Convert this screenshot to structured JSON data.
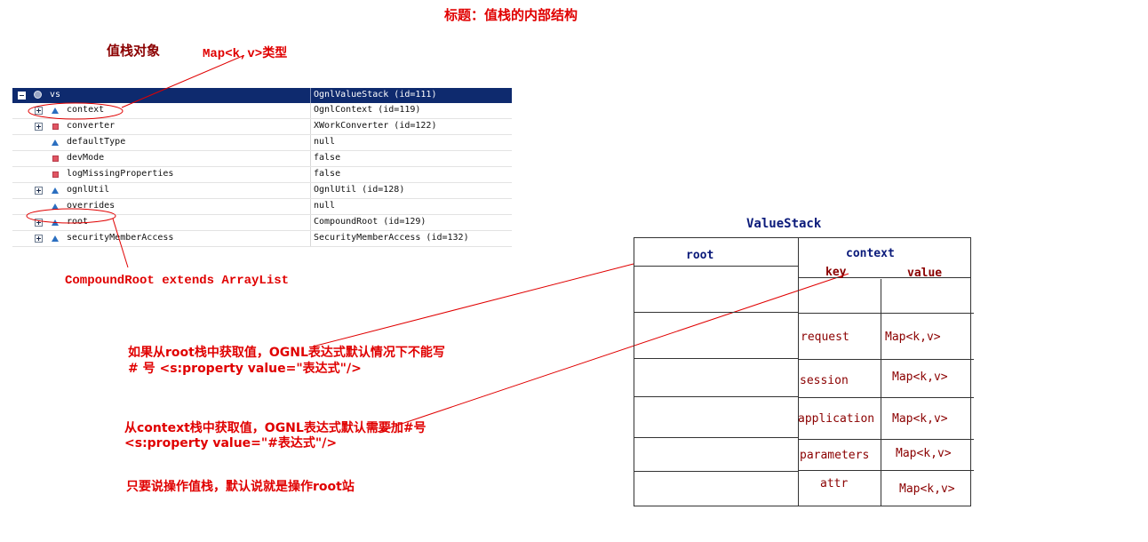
{
  "title": "标题：值栈的内部结构",
  "labels": {
    "value_stack_object": "值栈对象",
    "map_type": "Map<k,v>类型",
    "compound_root": "CompoundRoot extends ArrayList",
    "note_root_1": "如果从root栈中获取值，OGNL表达式默认情况下不能写",
    "note_root_2": "# 号 <s:property value=\"表达式\"/>",
    "note_context_1": "从context栈中获取值，OGNL表达式默认需要加#号",
    "note_context_2": "<s:property value=\"#表达式\"/>",
    "note_operate": "只要说操作值栈，默认说就是操作root站"
  },
  "tree": {
    "header": {
      "name": "vs",
      "value": "OgnlValueStack  (id=111)"
    },
    "rows": [
      {
        "name": "context",
        "value": "OgnlContext  (id=119)",
        "expandable": true,
        "icon": "triangle-icon"
      },
      {
        "name": "converter",
        "value": "XWorkConverter  (id=122)",
        "expandable": true,
        "icon": "square-icon"
      },
      {
        "name": "defaultType",
        "value": "null",
        "expandable": false,
        "icon": "triangle-icon"
      },
      {
        "name": "devMode",
        "value": "false",
        "expandable": false,
        "icon": "square-icon"
      },
      {
        "name": "logMissingProperties",
        "value": "false",
        "expandable": false,
        "icon": "square-icon"
      },
      {
        "name": "ognlUtil",
        "value": "OgnlUtil  (id=128)",
        "expandable": true,
        "icon": "triangle-icon"
      },
      {
        "name": "overrides",
        "value": "null",
        "expandable": false,
        "icon": "triangle-icon"
      },
      {
        "name": "root",
        "value": "CompoundRoot  (id=129)",
        "expandable": true,
        "icon": "triangle-icon"
      },
      {
        "name": "securityMemberAccess",
        "value": "SecurityMemberAccess  (id=132)",
        "expandable": true,
        "icon": "triangle-icon"
      }
    ]
  },
  "value_stack": {
    "title": "ValueStack",
    "root_header": "root",
    "context_header": "context",
    "key_header": "key",
    "value_header": "value",
    "entries": [
      {
        "key": "request",
        "value": "Map<k,v>"
      },
      {
        "key": "session",
        "value": "Map<k,v>"
      },
      {
        "key": "application",
        "value": "Map<k,v>"
      },
      {
        "key": "parameters",
        "value": "Map<k,v>"
      },
      {
        "key": "attr",
        "value": "Map<k,v>"
      }
    ]
  },
  "colors": {
    "annotation": "#e00000",
    "header_bg": "#0e2a6e",
    "table_text": "#8b0000",
    "heading_text": "#0a1a7a"
  }
}
